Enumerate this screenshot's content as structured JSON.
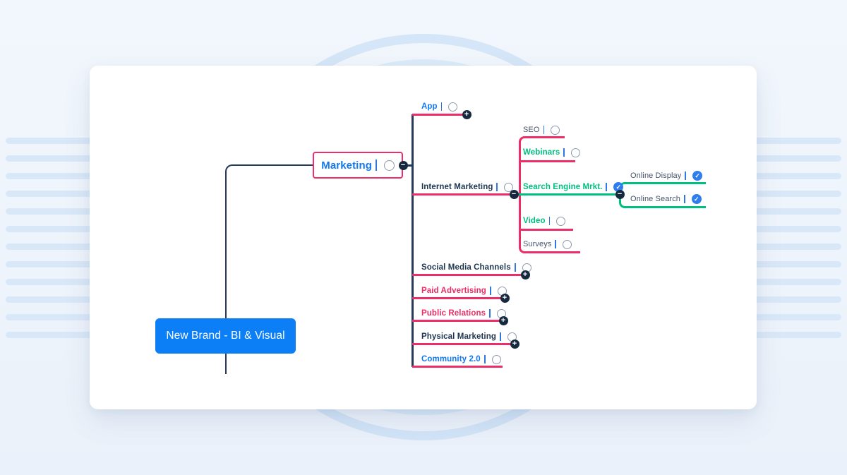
{
  "root": {
    "label": "New Brand - BI & Visual"
  },
  "nodes": {
    "marketing": {
      "label": "Marketing",
      "style": "brand",
      "bold": true,
      "checked": false,
      "toggle": "minus"
    },
    "app": {
      "label": "App",
      "style": "brand",
      "bold": true,
      "checked": false,
      "toggle": "plus"
    },
    "internet_marketing": {
      "label": "Internet Marketing",
      "style": "navy",
      "bold": true,
      "checked": false,
      "toggle": "minus"
    },
    "seo": {
      "label": "SEO",
      "style": "soft",
      "bold": false,
      "checked": false,
      "toggle": null
    },
    "webinars": {
      "label": "Webinars",
      "style": "green",
      "bold": true,
      "checked": false,
      "toggle": null
    },
    "search_engine_mrkt": {
      "label": "Search Engine Mrkt.",
      "style": "green",
      "bold": true,
      "checked": true,
      "toggle": "minus"
    },
    "online_display": {
      "label": "Online Display",
      "style": "soft",
      "bold": false,
      "checked": true,
      "toggle": null
    },
    "online_search": {
      "label": "Online Search",
      "style": "soft",
      "bold": false,
      "checked": true,
      "toggle": null
    },
    "video": {
      "label": "Video",
      "style": "green",
      "bold": true,
      "checked": false,
      "toggle": null
    },
    "surveys": {
      "label": "Surveys",
      "style": "soft",
      "bold": false,
      "checked": false,
      "toggle": null
    },
    "social_media_channels": {
      "label": "Social Media Channels",
      "style": "navy",
      "bold": true,
      "checked": false,
      "toggle": "plus"
    },
    "paid_advertising": {
      "label": "Paid Advertising",
      "style": "pink",
      "bold": true,
      "checked": false,
      "toggle": "plus"
    },
    "public_relations": {
      "label": "Public Relations",
      "style": "pink",
      "bold": true,
      "checked": false,
      "toggle": "plus"
    },
    "physical_marketing": {
      "label": "Physical Marketing",
      "style": "navy",
      "bold": true,
      "checked": false,
      "toggle": "plus"
    },
    "community_20": {
      "label": "Community 2.0",
      "style": "brand",
      "bold": true,
      "checked": false,
      "toggle": null
    }
  },
  "icons": {
    "collapse": "−",
    "expand": "+",
    "check": "✓"
  },
  "colors": {
    "pink": "#ed2d67",
    "green": "#00be7d",
    "navy_line": "#24395b",
    "brand_blue": "#1178f2",
    "root_blue": "#0c7ef6",
    "checked_blue": "#2e7ef0",
    "stripe": "#d9e8f8",
    "toggle_bg": "#16293f"
  }
}
